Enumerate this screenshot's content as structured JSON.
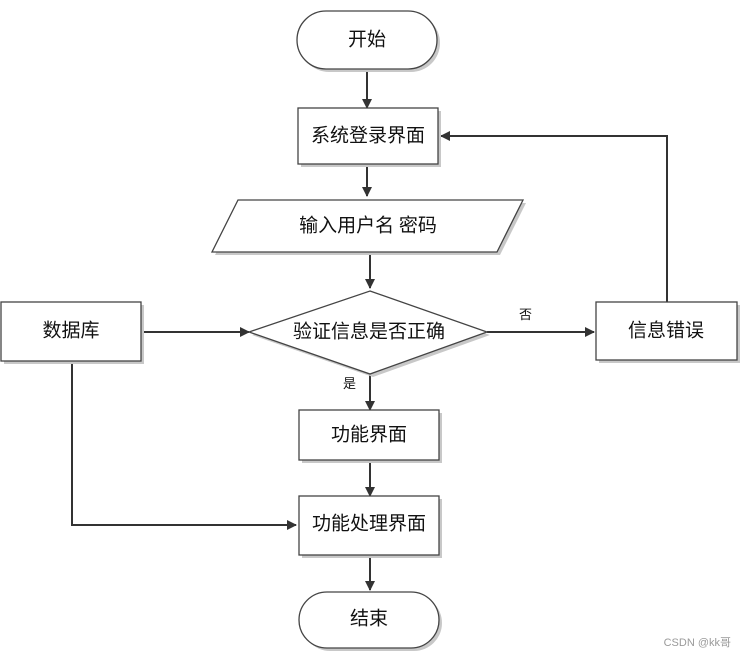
{
  "diagram": {
    "nodes": {
      "start": "开始",
      "login": "系统登录界面",
      "input": "输入用户名 密码",
      "verify": "验证信息是否正确",
      "database": "数据库",
      "error": "信息错误",
      "function": "功能界面",
      "process": "功能处理界面",
      "end": "结束"
    },
    "edge_labels": {
      "no": "否",
      "yes": "是"
    }
  },
  "watermark": "CSDN @kk哥"
}
